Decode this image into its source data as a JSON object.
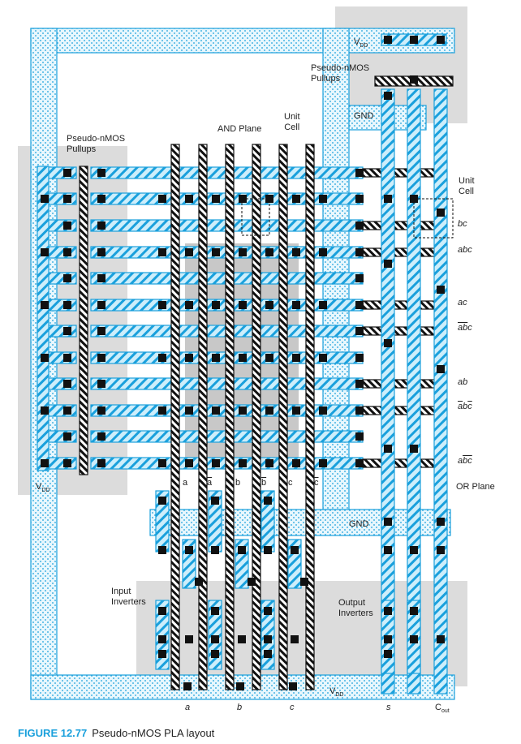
{
  "labels": {
    "vdd_top": "V",
    "vdd_sub": "DD",
    "pullups_top": "Pseudo-nMOS\nPullups",
    "gnd_top": "GND",
    "and_plane": "AND Plane",
    "unit_cell_top": "Unit\nCell",
    "pullups_left": "Pseudo-nMOS\nPullups",
    "unit_cell_right": "Unit\nCell",
    "vdd_left": "V",
    "gnd_mid": "GND",
    "or_plane": "OR Plane",
    "input_inverters": "Input\nInverters",
    "output_inverters": "Output\nInverters",
    "vdd_bottom": "V"
  },
  "terms": [
    {
      "pre": "",
      "bar": "",
      "post": "bc"
    },
    {
      "pre": "abc",
      "bar": "",
      "post": ""
    },
    {
      "pre": "ac",
      "bar": "",
      "post": ""
    },
    {
      "pre": "",
      "bar": "ab",
      "post": "c"
    },
    {
      "pre": "ab",
      "bar": "",
      "post": ""
    },
    {
      "pre": "",
      "bar": "a",
      "post": "b",
      "bar2": "c"
    },
    {
      "pre": "a",
      "bar": "bc",
      "post": ""
    }
  ],
  "inputs": [
    {
      "t": "a",
      "bar": false
    },
    {
      "t": "a",
      "bar": true
    },
    {
      "t": "b",
      "bar": false
    },
    {
      "t": "b",
      "bar": true
    },
    {
      "t": "c",
      "bar": false
    },
    {
      "t": "c",
      "bar": true
    }
  ],
  "bottom": {
    "a": "a",
    "b": "b",
    "c": "c",
    "s": "s",
    "cout": "C",
    "cout_sub": "out"
  },
  "caption": {
    "num": "FIGURE 12.77",
    "text": "Pseudo-nMOS PLA layout"
  },
  "colors": {
    "blue": "#1aa0dc",
    "gray": "#cfcfcf",
    "black": "#111111"
  }
}
